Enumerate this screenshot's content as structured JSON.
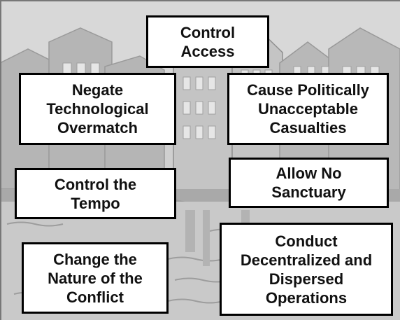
{
  "diagram": {
    "boxes": [
      {
        "id": "control-access",
        "label": "Control\nAccess"
      },
      {
        "id": "negate-technological-overmatch",
        "label": "Negate\nTechnological\nOvermatch"
      },
      {
        "id": "cause-politically-unacceptable-casualties",
        "label": "Cause Politically\nUnacceptable\nCasualties"
      },
      {
        "id": "control-the-tempo",
        "label": "Control the\nTempo"
      },
      {
        "id": "allow-no-sanctuary",
        "label": "Allow No\nSanctuary"
      },
      {
        "id": "change-the-nature-of-the-conflict",
        "label": "Change the\nNature of the\nConflict"
      },
      {
        "id": "conduct-decentralized-and-dispersed-operations",
        "label": "Conduct\nDecentralized and\nDispersed\nOperations"
      }
    ],
    "background": {
      "subject": "faded-city-waterfront-illustration",
      "tint": "#bdbdbd"
    }
  }
}
